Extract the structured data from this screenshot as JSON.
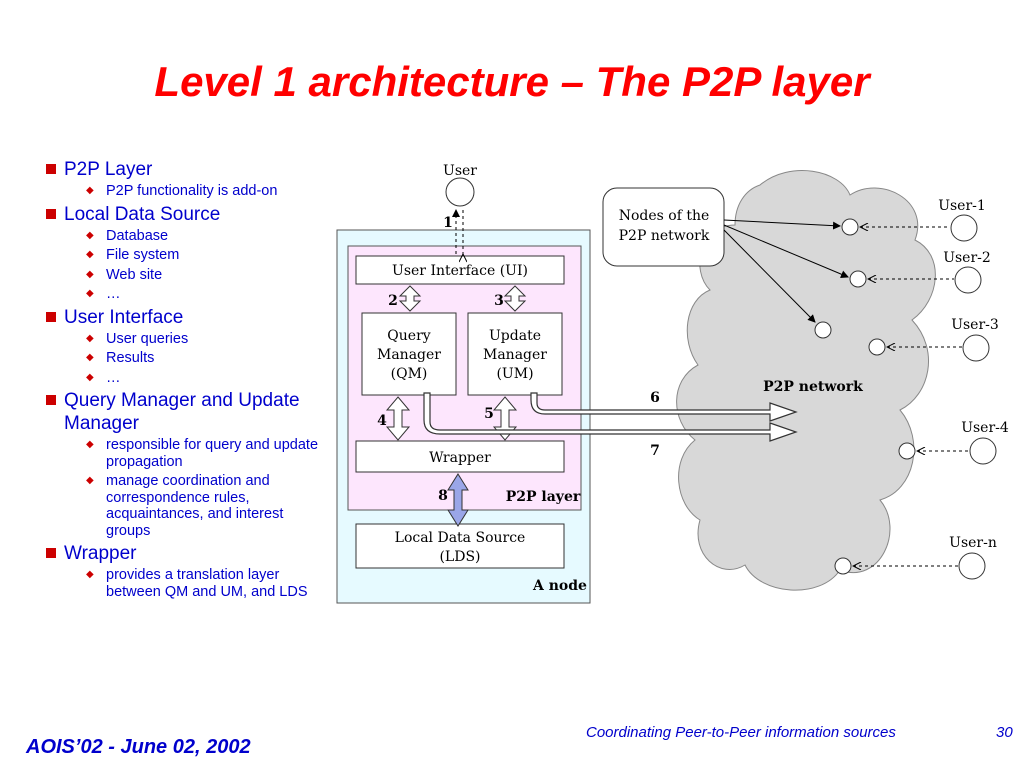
{
  "slide": {
    "title": "Level 1 architecture – The P2P layer",
    "bullets": [
      {
        "text": "P2P Layer",
        "subs": [
          "P2P functionality is add-on"
        ]
      },
      {
        "text": "Local Data Source",
        "subs": [
          "Database",
          "File system",
          "Web site",
          "…"
        ]
      },
      {
        "text": "User Interface",
        "subs": [
          "User queries",
          "Results",
          "…"
        ]
      },
      {
        "text": "Query Manager and Update Manager",
        "subs": [
          "responsible for query and update propagation",
          "manage coordination and correspondence rules, acquaintances, and interest groups"
        ]
      },
      {
        "text": "Wrapper",
        "subs": [
          "provides a translation layer between QM and UM, and LDS"
        ]
      }
    ],
    "footer": {
      "left": "AOIS’02 - June 02, 2002",
      "center": "Coordinating Peer-to-Peer information sources",
      "page": "30"
    }
  },
  "diagram": {
    "user": "User",
    "ui": "User Interface (UI)",
    "qm": [
      "Query",
      "Manager",
      "(QM)"
    ],
    "um": [
      "Update",
      "Manager",
      "(UM)"
    ],
    "wrapper": "Wrapper",
    "lds": [
      "Local Data Source",
      "(LDS)"
    ],
    "p2p_layer": "P2P layer",
    "node": "A node",
    "nodes_box": [
      "Nodes of the",
      "P2P network"
    ],
    "network": "P2P network",
    "users": [
      "User-1",
      "User-2",
      "User-3",
      "User-4",
      "User-n"
    ],
    "arrow_numbers": [
      "1",
      "2",
      "3",
      "4",
      "5",
      "6",
      "7",
      "8"
    ]
  },
  "colors": {
    "title": "#ff0000",
    "text": "#0000cc",
    "bullet": "#cc0000",
    "node_fill": "#e6faff",
    "layer_fill": "#fde6fd",
    "cloud_fill": "#d8d8d8",
    "arrow8_fill": "#9aa6e8"
  }
}
